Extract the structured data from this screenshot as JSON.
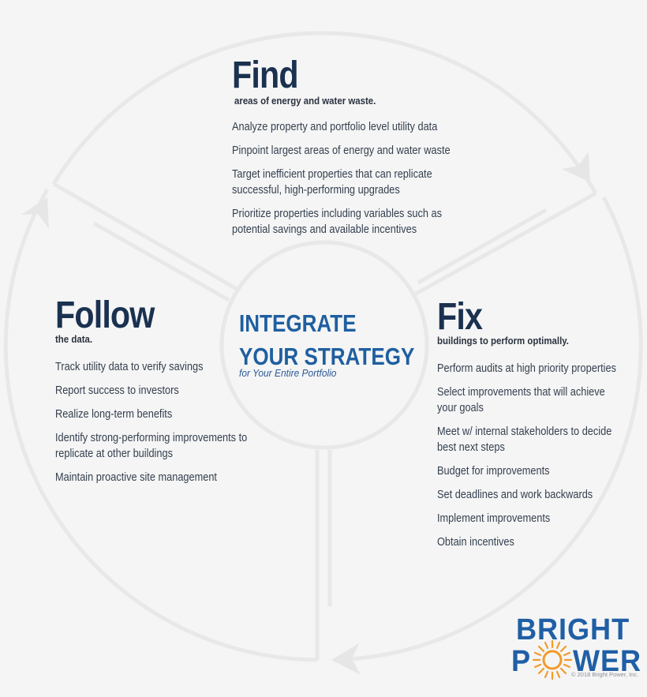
{
  "diagram": {
    "colors": {
      "background": "#f5f5f5",
      "ring_stroke": "#e6e6e6",
      "heading": "#1a3150",
      "center_heading": "#1f5fa0",
      "body_text": "#34404f",
      "logo_blue": "#1f5fa6",
      "logo_orange": "#f39a2b"
    },
    "center": {
      "line1": "INTEGRATE",
      "line2": "YOUR STRATEGY",
      "subtitle": "for Your Entire Portfolio"
    },
    "sections": {
      "find": {
        "title": "Find",
        "subtitle": "areas of energy and water waste.",
        "items": [
          "Analyze property and portfolio level utility data",
          "Pinpoint largest areas of energy and water waste",
          "Target inefficient properties that can replicate successful, high-performing upgrades",
          "Prioritize properties including variables such as potential savings and available incentives"
        ]
      },
      "follow": {
        "title": "Follow",
        "subtitle": "the data.",
        "items": [
          "Track utility data to verify savings",
          "Report success to investors",
          "Realize long-term benefits",
          "Identify strong-performing improvements to replicate at other buildings",
          "Maintain proactive site management"
        ]
      },
      "fix": {
        "title": "Fix",
        "subtitle": "buildings to perform optimally.",
        "items": [
          "Perform audits at high priority properties",
          "Select improvements that will achieve your goals",
          "Meet w/ internal stakeholders to decide best next steps",
          "Budget for improvements",
          "Set deadlines and work backwards",
          "Implement improvements",
          "Obtain incentives"
        ]
      }
    },
    "logo": {
      "word1": "BRIGHT",
      "word2_left": "P",
      "word2_right": "WER",
      "copyright": "© 2018 Bright Power, Inc."
    }
  }
}
